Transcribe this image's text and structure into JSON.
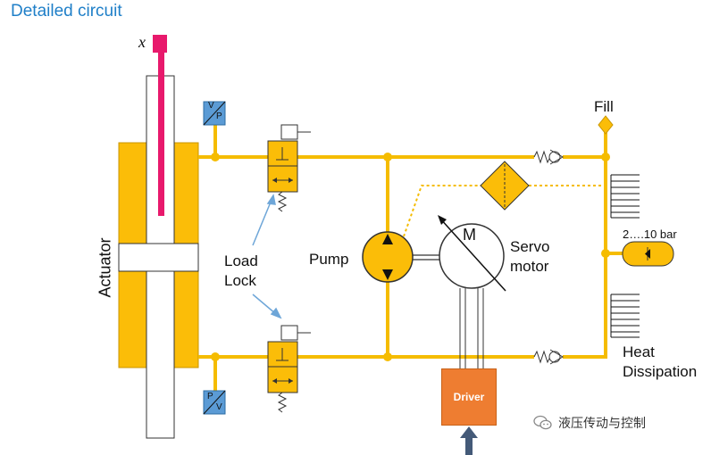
{
  "title": "Detailed circuit",
  "labels": {
    "x": "x",
    "actuator": "Actuator",
    "load": "Load",
    "lock": "Lock",
    "pump": "Pump",
    "servo": "Servo",
    "motor": "motor",
    "motor_symbol": "M",
    "fill": "Fill",
    "pressure_range": "2….10 bar",
    "heat": "Heat",
    "dissipation": "Dissipation",
    "driver": "Driver",
    "vp_top_v": "V",
    "vp_top_p": "P",
    "vp_bottom_p": "P",
    "vp_bottom_v": "V"
  },
  "watermark": "液压传动与控制",
  "colors": {
    "hydraulic_line": "#f5bc00",
    "component_fill": "#fbbd08",
    "rod": "#e8196c",
    "title": "#1f7fc8",
    "driver": "#ee7d31",
    "sensor": "#5b9bd5",
    "arrow": "#6ea6d8",
    "command_arrow": "#445a78"
  }
}
